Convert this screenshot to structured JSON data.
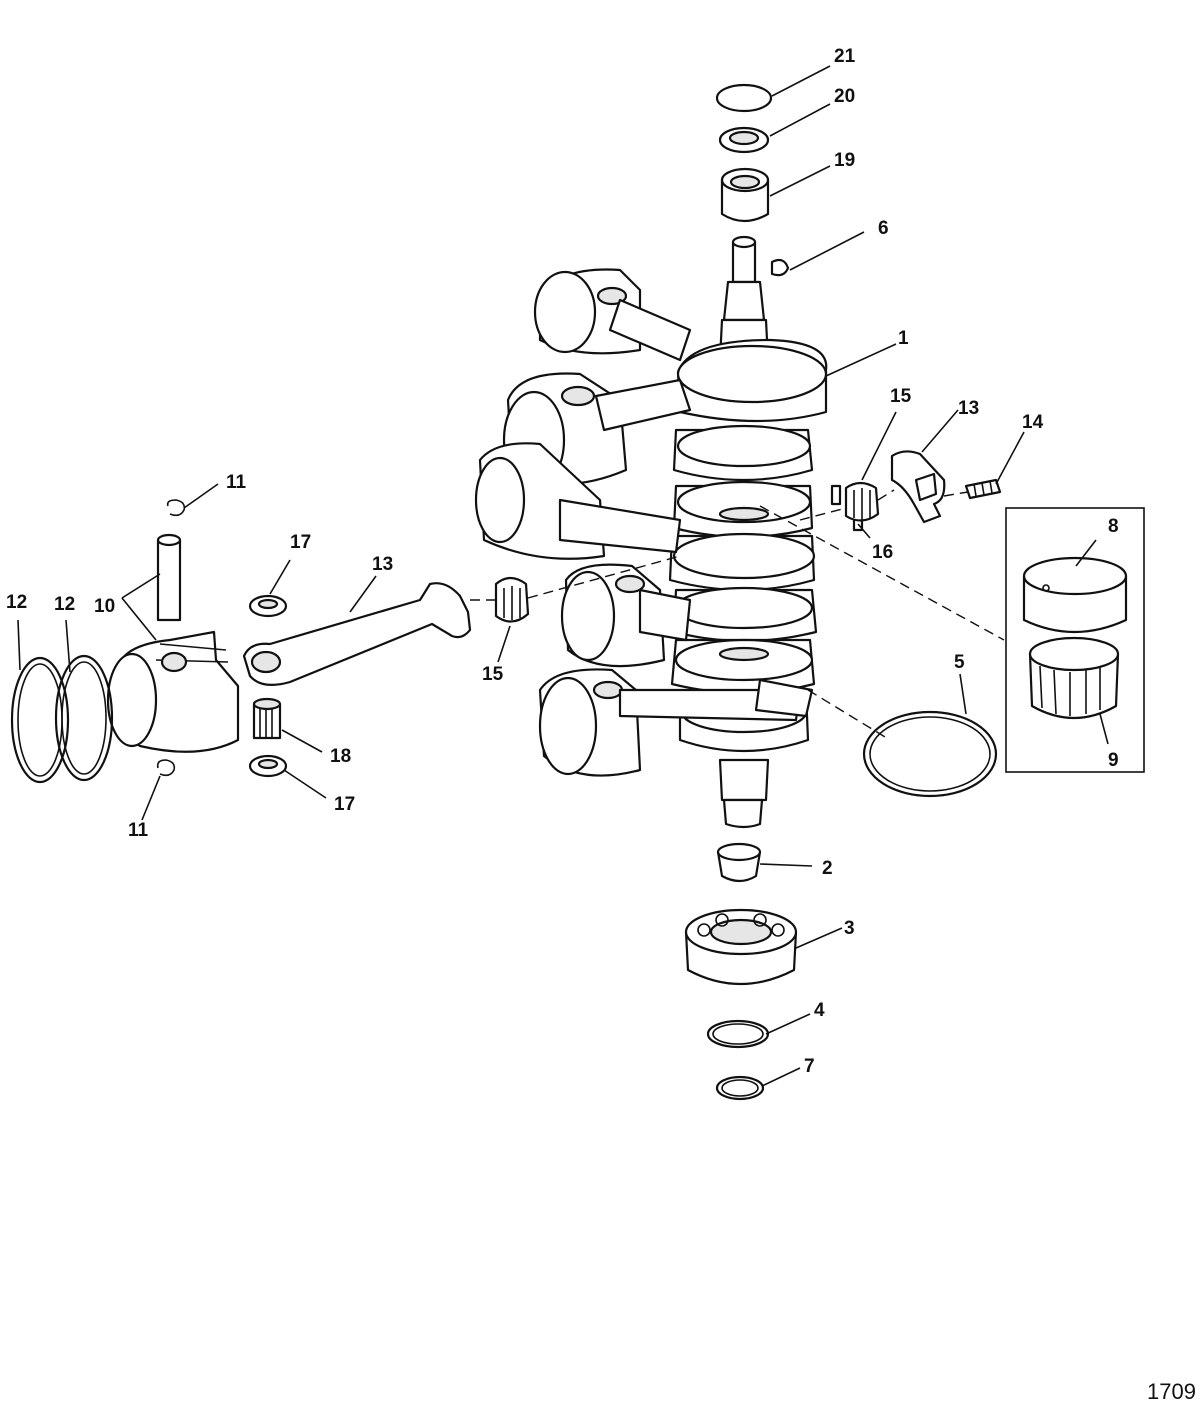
{
  "figure": {
    "number": "1709"
  },
  "callouts": [
    "21",
    "20",
    "19",
    "6",
    "1",
    "15",
    "13",
    "14",
    "8",
    "16",
    "11",
    "17",
    "13",
    "12",
    "12",
    "10",
    "15",
    "5",
    "9",
    "18",
    "17",
    "11",
    "2",
    "3",
    "4",
    "7"
  ]
}
